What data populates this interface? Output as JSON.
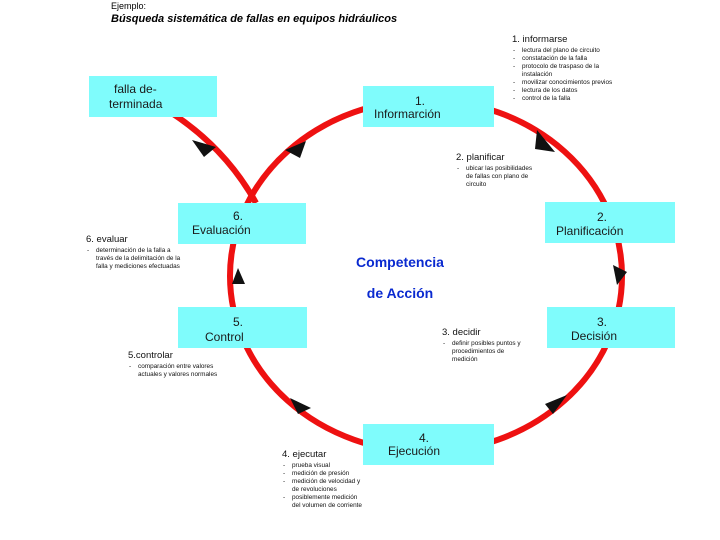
{
  "header": {
    "label": "Ejemplo:",
    "title": "Búsqueda sistemática de fallas en equipos hidráulicos"
  },
  "center": {
    "line1": "Competencia",
    "line2": "de Acción"
  },
  "stages": {
    "informacion": {
      "num": "1.",
      "name": "Informarción"
    },
    "planificacion": {
      "num": "2.",
      "name": "Planificación"
    },
    "decision": {
      "num": "3.",
      "name": "Decisión"
    },
    "ejecucion": {
      "num": "4.",
      "name": "Ejecución"
    },
    "control": {
      "num": "5.",
      "name": "Control"
    },
    "evaluacion": {
      "num": "6.",
      "name": "Evaluación"
    },
    "falla": {
      "line1": "falla de-",
      "line2": "terminada"
    }
  },
  "notes": {
    "informarse": {
      "heading": "1. informarse",
      "items": [
        "lectura del plano de circuito",
        "constatación de la falla",
        "protocolo de traspaso de la instalación",
        "movilizar conocimientos previos",
        "lectura de los datos",
        "control de la falla"
      ]
    },
    "planificar": {
      "heading": "2. planificar",
      "items": [
        "ubicar las posibilidades de fallas con plano de circuito"
      ]
    },
    "decidir": {
      "heading": "3. decidir",
      "items": [
        "definir posibles puntos y procedimientos de medición"
      ]
    },
    "ejecutar": {
      "heading": "4. ejecutar",
      "items": [
        "prueba visual",
        "medición de presión",
        "medición de velocidad y de revoluciones",
        "posiblemente medición del volumen de corriente"
      ]
    },
    "controlar": {
      "heading": "5.controlar",
      "items": [
        "comparación entre valores actuales y valores normales"
      ]
    },
    "evaluar": {
      "heading": "6. evaluar",
      "items": [
        "determinación de la falla a través de la delimitación de la falla y mediciones efectuadas"
      ]
    }
  },
  "colors": {
    "cycle": "#ee1111",
    "stage_fill": "#7ffcfc",
    "title_text": "#0a2ad0"
  }
}
